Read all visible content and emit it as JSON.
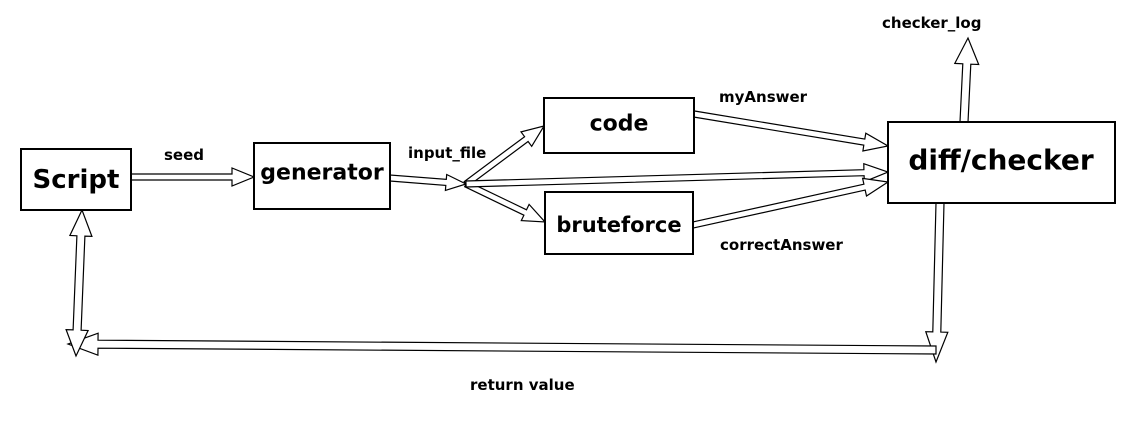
{
  "nodes": {
    "script": "Script",
    "generator": "generator",
    "code": "code",
    "bruteforce": "bruteforce",
    "checker": "diff/checker"
  },
  "labels": {
    "seed": "seed",
    "input_file": "input_file",
    "my_answer": "myAnswer",
    "correct_answer": "correctAnswer",
    "checker_log": "checker_log",
    "return_value": "return value"
  },
  "colors": {
    "stroke": "#000000",
    "fill": "#ffffff"
  }
}
